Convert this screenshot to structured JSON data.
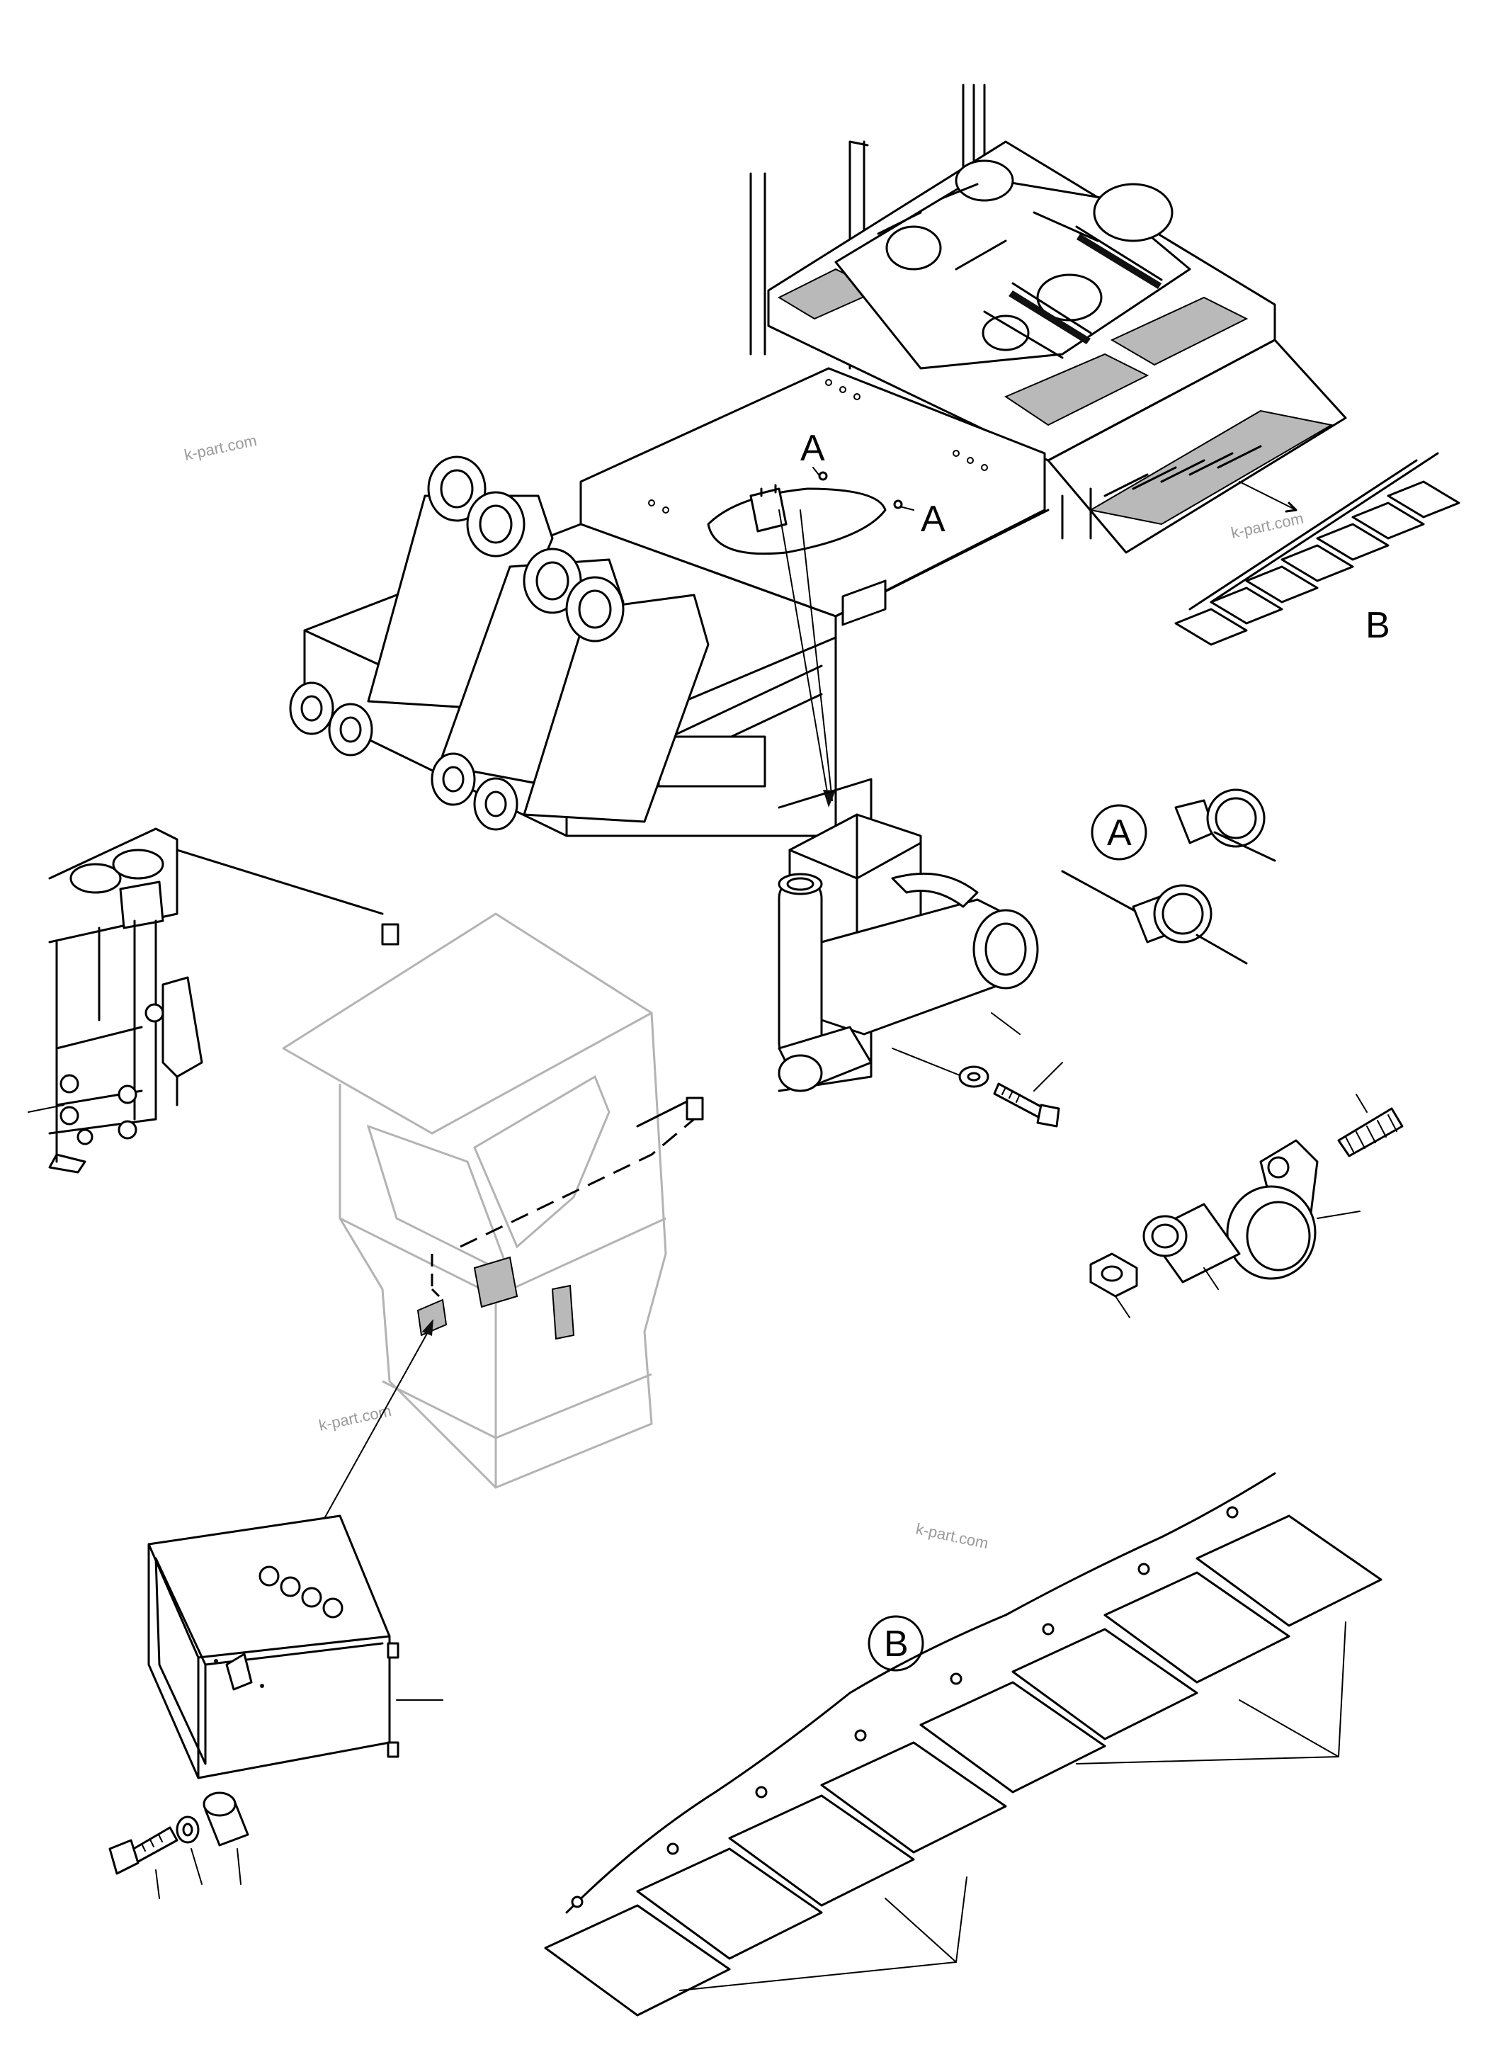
{
  "labels": {
    "a_upper_1": "A",
    "a_upper_2": "A",
    "b_upper": "B",
    "a_circle": "A",
    "b_circle": "B"
  },
  "watermark": "k-part.com"
}
